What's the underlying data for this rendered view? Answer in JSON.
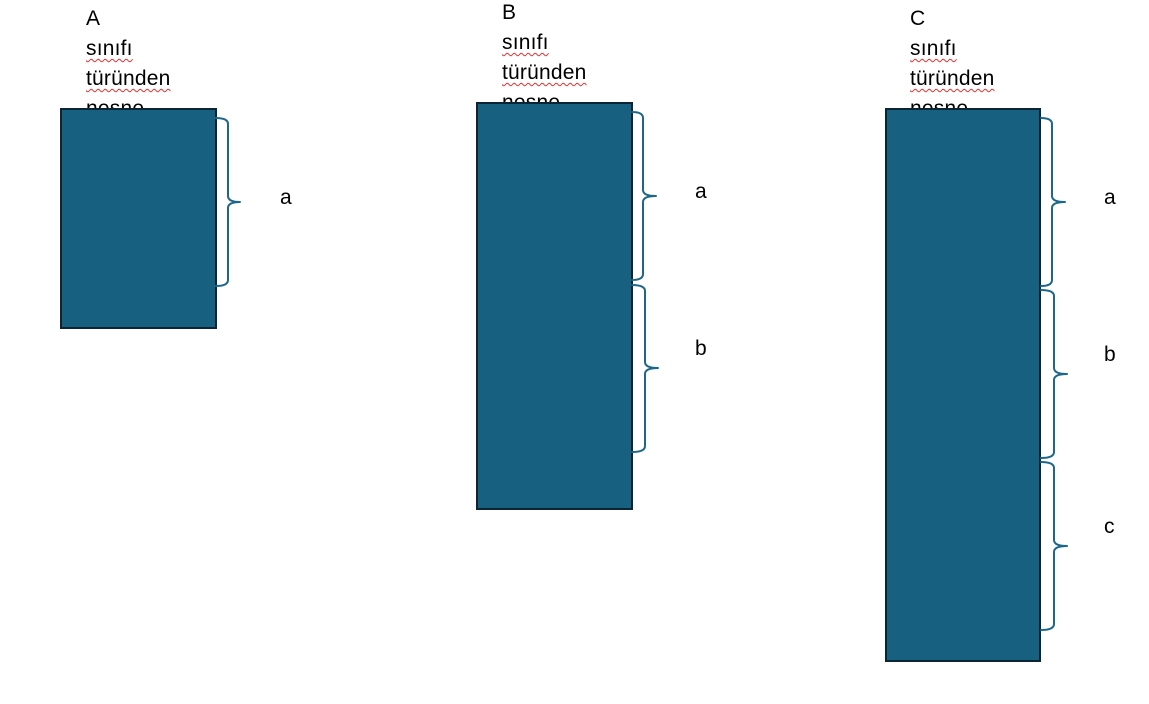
{
  "objects": [
    {
      "name_first": "A",
      "name_rest": "sınıfı",
      "line2": "türünden",
      "line3": "nesne",
      "fields": [
        "a"
      ]
    },
    {
      "name_first": "B",
      "name_rest": "sınıfı",
      "line2": "türünden",
      "line3": "nesne",
      "fields": [
        "a",
        "b"
      ]
    },
    {
      "name_first": "C",
      "name_rest": "sınıfı",
      "line2": "türünden",
      "line3": "nesne",
      "fields": [
        "a",
        "b",
        "c"
      ]
    }
  ],
  "colors": {
    "object_fill": "#17607f",
    "object_border": "#0b2535",
    "brace_stroke": "#1f6788",
    "spellcheck_underline": "#e03030"
  }
}
